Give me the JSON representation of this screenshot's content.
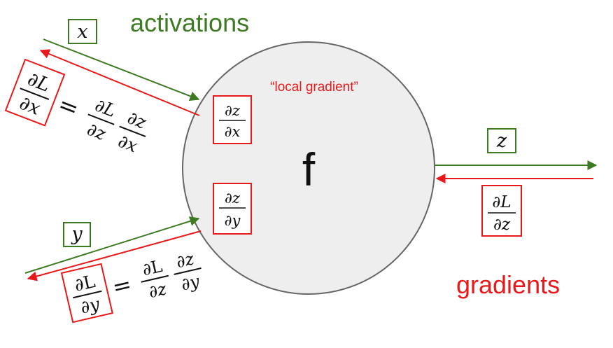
{
  "labels": {
    "activations": "activations",
    "gradients": "gradients",
    "local_gradient": "“local gradient”",
    "node": "f"
  },
  "inputs": {
    "x": "x",
    "y": "y"
  },
  "output": {
    "z": "z"
  },
  "math": {
    "partial": "∂",
    "L": "L",
    "equals": "="
  },
  "colors": {
    "activation": "#3d7a22",
    "gradient": "#e8191b",
    "node_fill": "#eeeeee",
    "node_stroke": "#666666",
    "text": "#111111"
  }
}
